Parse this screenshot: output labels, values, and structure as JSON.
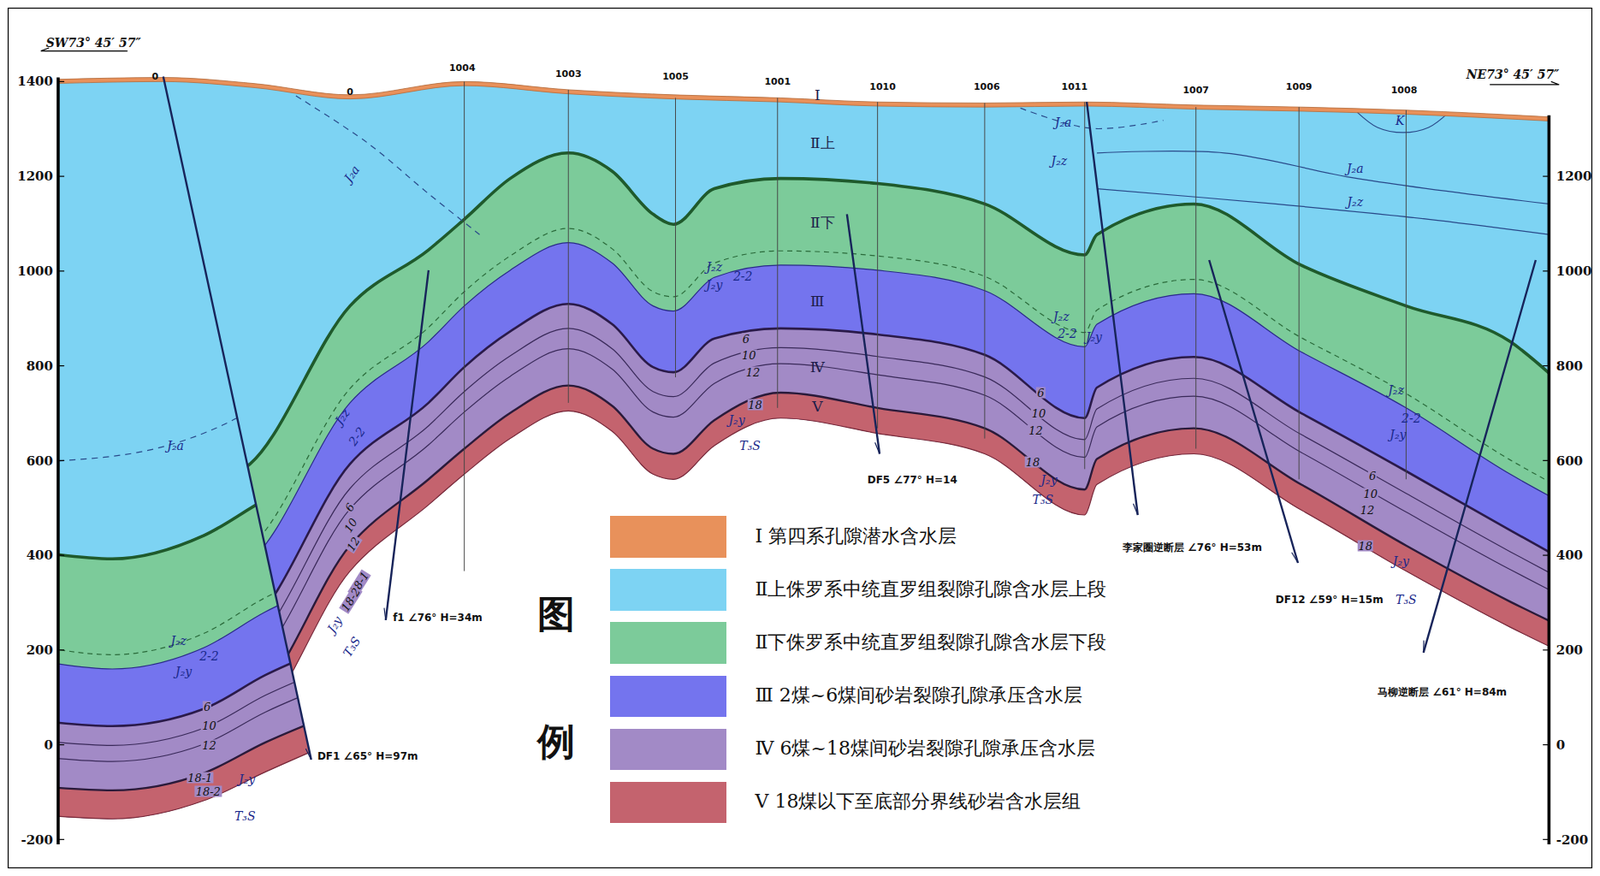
{
  "diagram": {
    "labels": [
      "SW73° 45′ 57″",
      "NE73° 45′ 57″",
      "0",
      "0",
      "1004",
      "1003",
      "1005",
      "1001",
      "1010",
      "1006",
      "1011",
      "1007",
      "1009",
      "1008",
      "1400",
      "1200",
      "1000",
      "800",
      "600",
      "400",
      "200",
      "0",
      "-200",
      "1200",
      "1000",
      "800",
      "600",
      "400",
      "200",
      "0",
      "-200",
      "Ⅰ",
      "Ⅱ上",
      "Ⅱ下",
      "Ⅲ",
      "Ⅳ",
      "Ⅴ",
      "f1 ∠76° H=34m",
      "DF1 ∠65° H=97m",
      "DF5 ∠77° H=14",
      "李家圈逆断层 ∠76° H=53m",
      "DF12 ∠59° H=15m",
      "马柳逆断层 ∠61° H=84m",
      "图",
      "例",
      "J₂a",
      "J₂a",
      "J₂a",
      "J₂z",
      "J₂a",
      "J₂z",
      "K",
      "J₂z",
      "2-2",
      "J₂z",
      "2-2",
      "J₂y",
      "J₂z",
      "J₂y",
      "2-2",
      "J₂z",
      "2-2",
      "J₂y",
      "J₂z",
      "2-2",
      "J₂y",
      "6",
      "10",
      "12",
      "18-1",
      "18-2",
      "J₂y",
      "T₃S",
      "6",
      "10",
      "12",
      "18-1",
      "18-2",
      "J₂y",
      "T₃S",
      "6",
      "10",
      "12",
      "18",
      "J₂y",
      "T₃S",
      "6",
      "10",
      "12",
      "18",
      "J₂y",
      "T₃S",
      "6",
      "10",
      "12",
      "18",
      "J₂y",
      "T₃S"
    ],
    "legend": [
      {
        "text": "Ⅰ 第四系孔隙潜水含水层",
        "color": "#e8915b"
      },
      {
        "text": "Ⅱ上侏罗系中统直罗组裂隙孔隙含水层上段",
        "color": "#7dd3f3"
      },
      {
        "text": "Ⅱ下侏罗系中统直罗组裂隙孔隙含水层下段",
        "color": "#7ccb9a"
      },
      {
        "text": "Ⅲ 2煤~6煤间砂岩裂隙孔隙承压含水层",
        "color": "#7474ee"
      },
      {
        "text": "Ⅳ 6煤~18煤间砂岩裂隙孔隙承压含水层",
        "color": "#a28ac6"
      },
      {
        "text": "Ⅴ 18煤以下至底部分界线砂岩含水层组",
        "color": "#c4636e"
      }
    ]
  }
}
